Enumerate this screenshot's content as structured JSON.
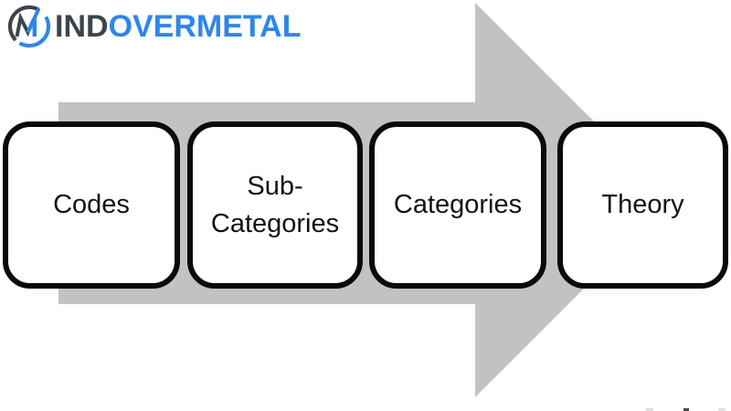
{
  "logo": {
    "icon_name": "mindovermetal-m-icon",
    "text_dark": "IND",
    "text_blue": "OVERMETAL",
    "colors": {
      "dark": "#3d444d",
      "blue": "#2e86ec"
    }
  },
  "diagram": {
    "type": "process-arrow-flow",
    "direction": "left-to-right",
    "arrow_color": "#c2c2c2",
    "box_border_color": "#0a0a0a",
    "box_fill_color": "#ffffff",
    "text_color": "#121212",
    "steps": [
      {
        "label": "Codes"
      },
      {
        "label": "Sub-\nCategories"
      },
      {
        "label": "Categories"
      },
      {
        "label": "Theory"
      }
    ]
  }
}
